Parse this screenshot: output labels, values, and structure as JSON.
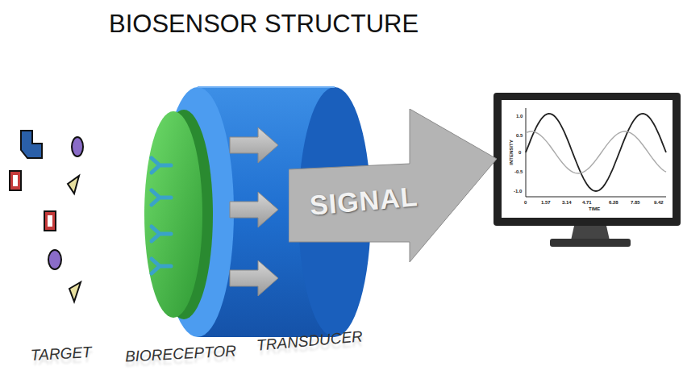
{
  "diagram": {
    "title": "BIOSENSOR STRUCTURE",
    "nodes": [
      {
        "text": [
          "SIGNAL"
        ]
      }
    ],
    "labels": [
      "TARGET",
      "BIORECEPTOR",
      "TRANSDUCER",
      "INTENSITY",
      "1.0",
      "0.5",
      "0",
      "-0.5",
      "-1.0",
      "0",
      "1.57",
      "3.14",
      "4.71",
      "6.28",
      "7.85",
      "9.42",
      "TIME"
    ]
  }
}
